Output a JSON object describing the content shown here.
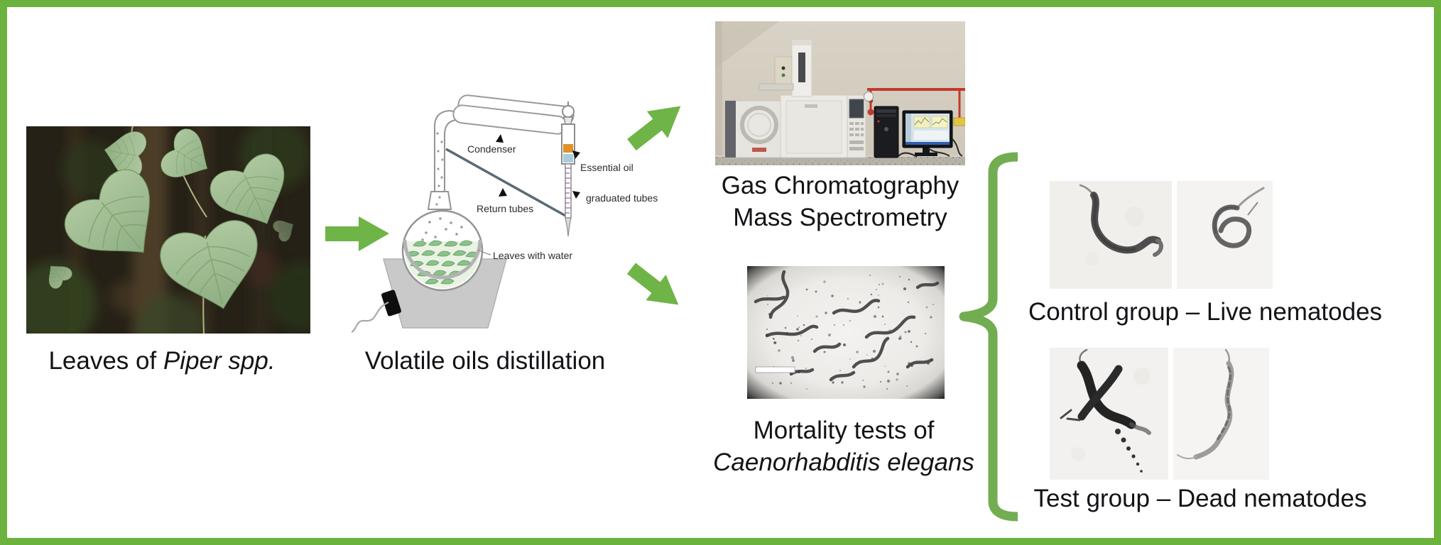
{
  "palette": {
    "frame_green": "#6bb23e",
    "arrow_green": "#6fb447",
    "bracket_green": "#73ad52",
    "caption_text": "#131317"
  },
  "flow": {
    "step1": {
      "caption_normal": "Leaves of",
      "caption_italic": "Piper spp."
    },
    "step2": {
      "caption": "Volatile oils distillation",
      "labels": {
        "condenser": "Condenser",
        "return_tubes": "Return tubes",
        "essential_oil": "Essential oil",
        "graduated_tubes": "graduated tubes",
        "leaves_with_water": "Leaves with water"
      }
    },
    "step3": {
      "caption_line1": "Gas Chromatography",
      "caption_line2": "Mass Spectrometry"
    },
    "step4": {
      "caption_line1": "Mortality tests of",
      "caption_line2_italic": "Caenorhabditis elegans"
    },
    "step5": {
      "caption": "Control group – Live nematodes"
    },
    "step6": {
      "caption": "Test group – Dead nematodes"
    }
  }
}
